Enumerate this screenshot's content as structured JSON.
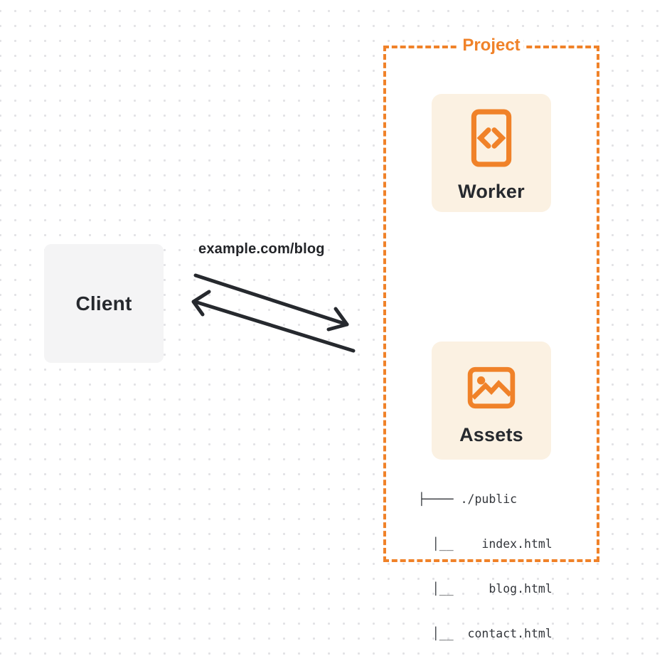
{
  "client": {
    "label": "Client"
  },
  "request": {
    "label": "example.com/blog"
  },
  "project": {
    "label": "Project",
    "worker": {
      "label": "Worker",
      "icon": "code-file-icon"
    },
    "assets": {
      "label": "Assets",
      "icon": "image-icon"
    },
    "file_tree": {
      "lines": [
        "├──── ./public",
        "  │__    index.html",
        "  │__     blog.html",
        "  │__  contact.html"
      ]
    }
  },
  "colors": {
    "accent_orange": "#f08229",
    "card_background": "#fbf1e2",
    "client_background": "#f4f4f5",
    "text_dark": "#26292e",
    "grid_dot": "#e2e2e5",
    "arrow_stroke": "#26292e"
  }
}
